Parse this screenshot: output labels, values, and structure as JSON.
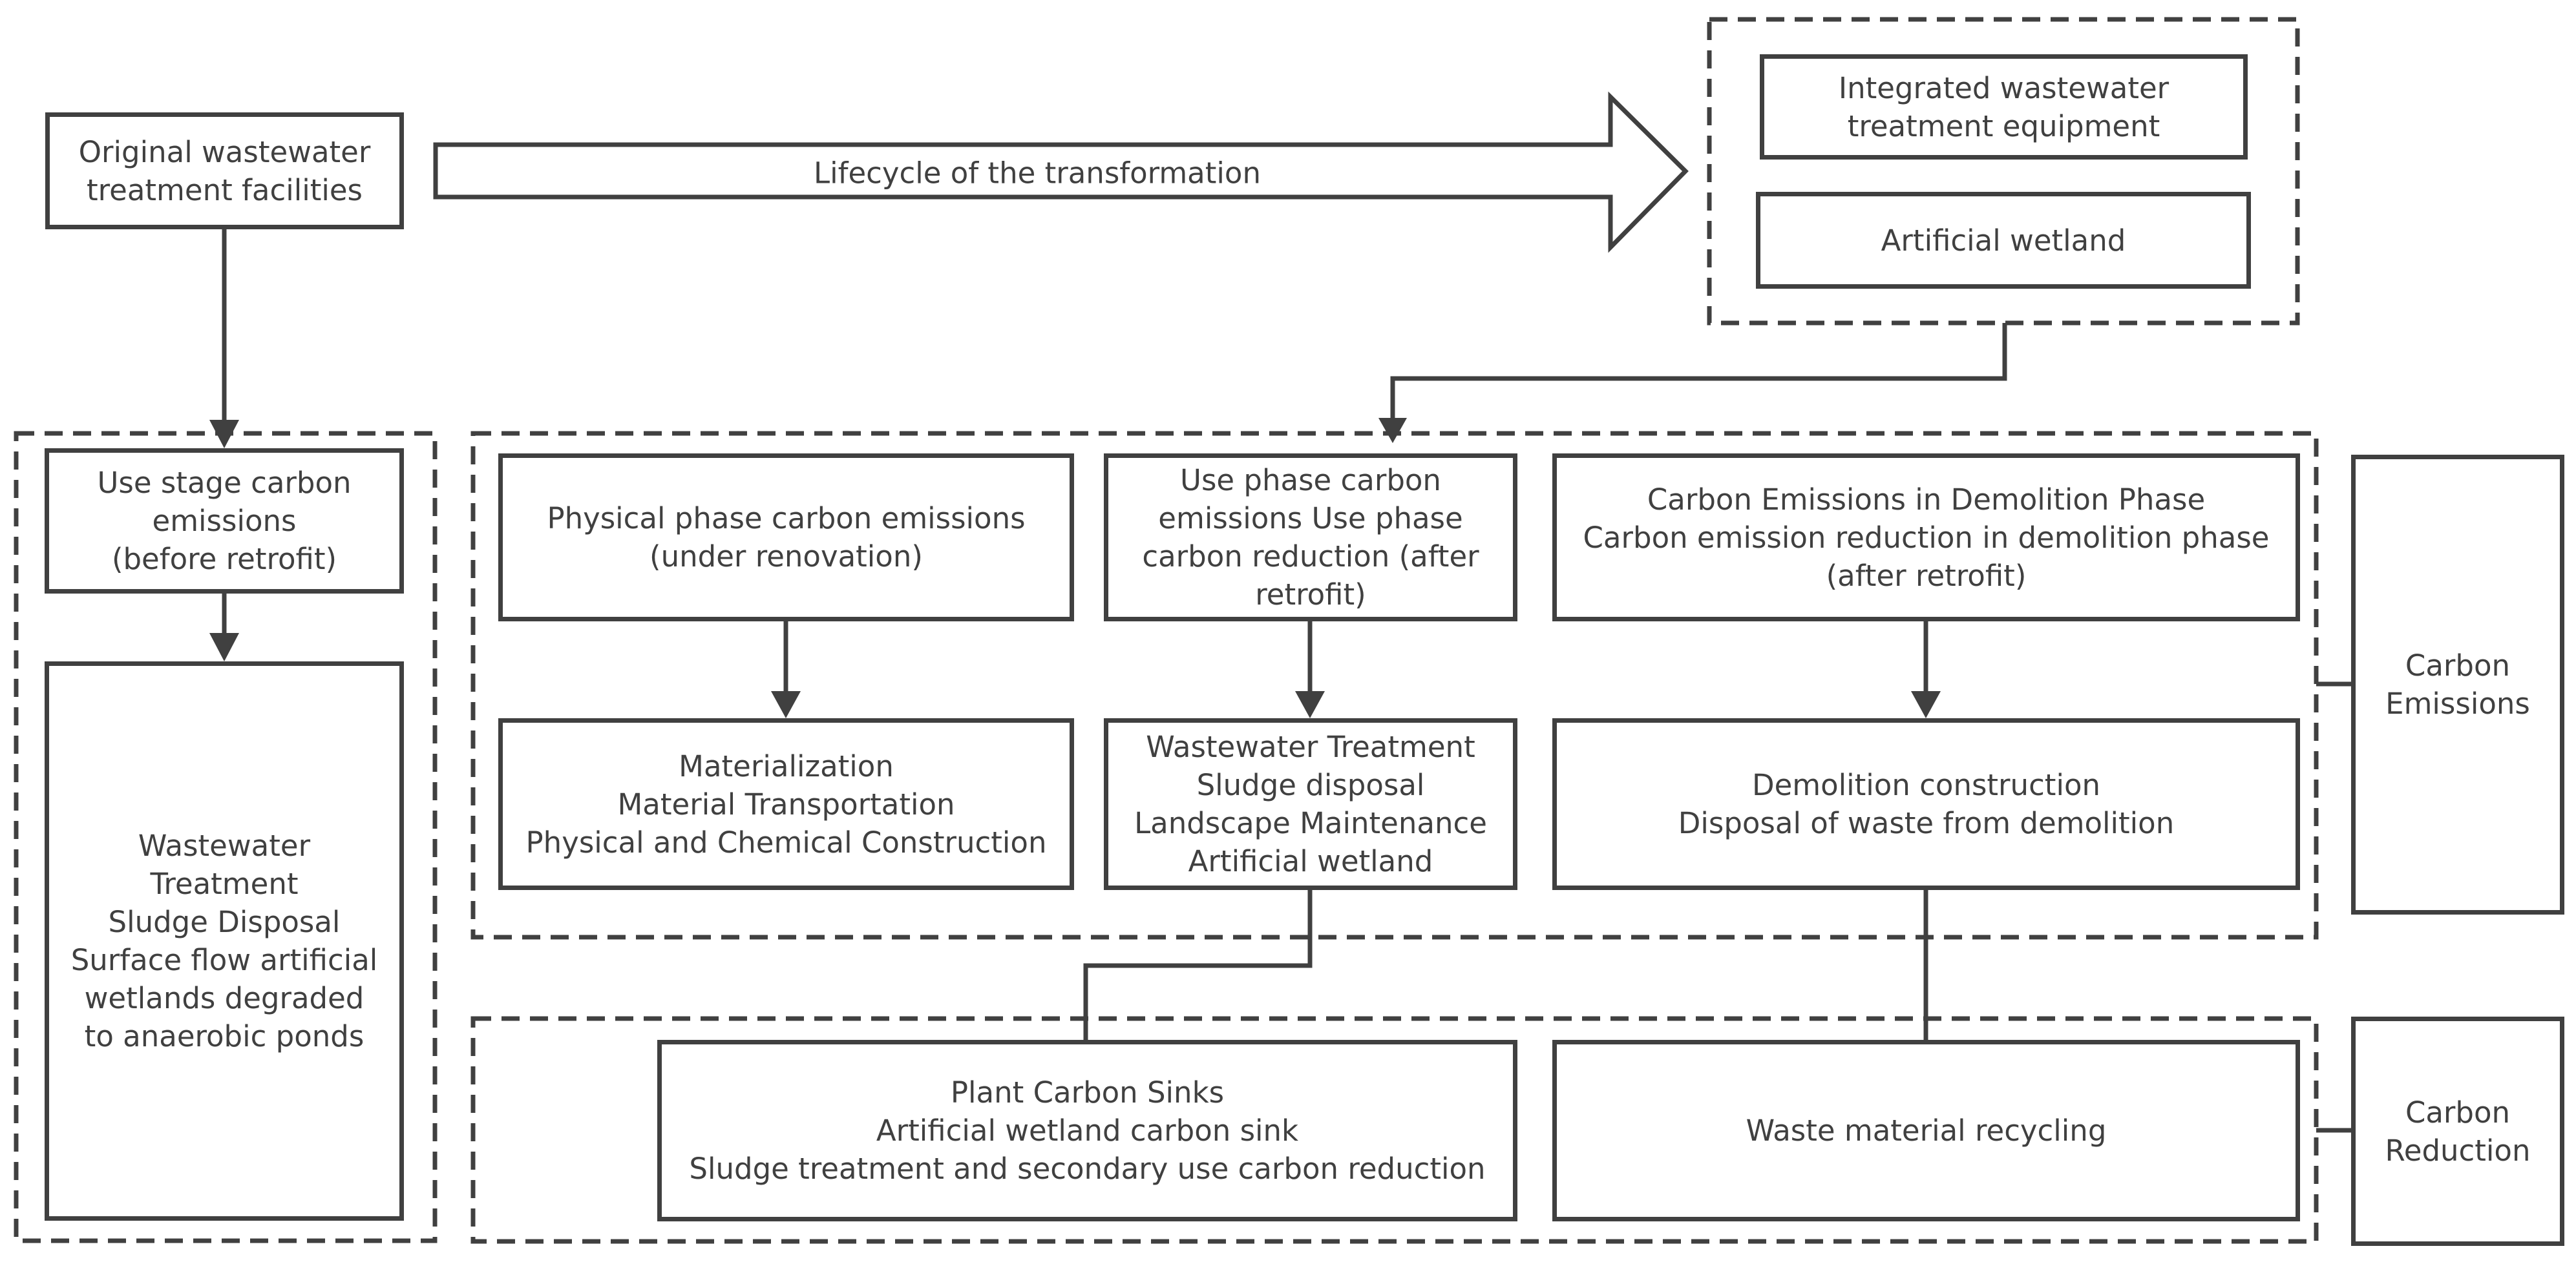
{
  "diagram": {
    "colors": {
      "stroke": "#404040",
      "background": "#ffffff",
      "text": "#404040"
    },
    "original_facilities": "Original wastewater\ntreatment facilities",
    "lifecycle_arrow_label": "Lifecycle of the transformation",
    "new_facilities": {
      "integrated_equipment": "Integrated wastewater\ntreatment equipment",
      "artificial_wetland": "Artificial wetland"
    },
    "before_retrofit": {
      "use_stage": "Use stage carbon\nemissions\n(before retrofit)",
      "processes": "Wastewater\nTreatment\nSludge Disposal\nSurface flow artificial\nwetlands degraded\nto anaerobic ponds"
    },
    "after_retrofit": {
      "physical_phase": "Physical phase carbon emissions\n(under renovation)",
      "physical_processes": "Materialization\nMaterial Transportation\nPhysical and Chemical Construction",
      "use_phase": "Use phase carbon\nemissions Use phase\ncarbon reduction (after\nretrofit)",
      "use_processes": "Wastewater Treatment\nSludge disposal\nLandscape Maintenance\nArtificial wetland",
      "demolition_phase": "Carbon Emissions in Demolition Phase\nCarbon emission reduction in demolition phase\n(after retrofit)",
      "demolition_processes": "Demolition construction\nDisposal of waste from demolition"
    },
    "carbon_reduction_group": {
      "plant_sinks": "Plant Carbon Sinks\nArtificial wetland carbon sink\nSludge treatment and secondary use carbon reduction",
      "waste_recycling": "Waste material recycling"
    },
    "side_labels": {
      "carbon_emissions": "Carbon\nEmissions",
      "carbon_reduction": "Carbon\nReduction"
    }
  }
}
